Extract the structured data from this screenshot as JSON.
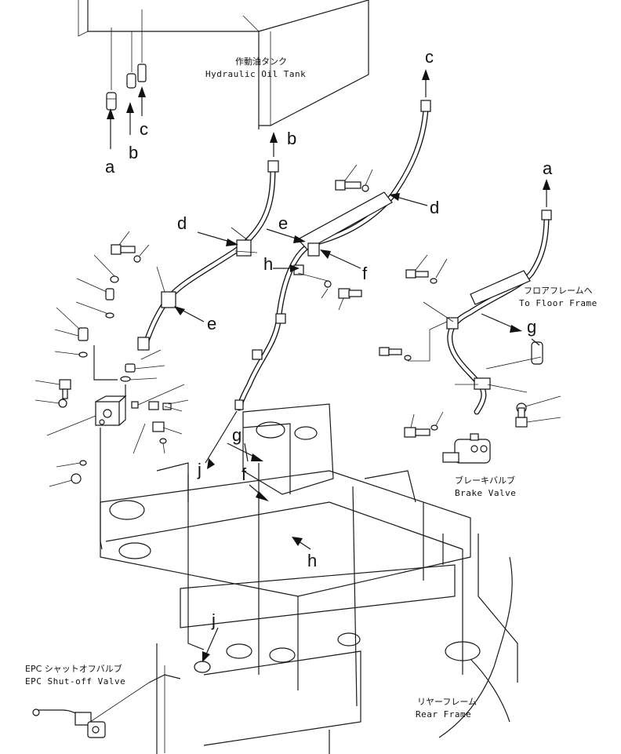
{
  "captions": {
    "hydraulic_tank_jp": "作動油タンク",
    "hydraulic_tank_en": "Hydraulic Oil Tank",
    "floor_frame_jp": "フロアフレームへ",
    "floor_frame_en": "To Floor Frame",
    "brake_valve_jp": "ブレーキバルブ",
    "brake_valve_en": "Brake Valve",
    "epc_valve_jp": "EPC シャットオフバルブ",
    "epc_valve_en": "EPC Shut-off Valve",
    "rear_frame_jp": "リヤーフレーム",
    "rear_frame_en": "Rear Frame"
  },
  "callouts": {
    "a_tank": "a",
    "b_tank": "b",
    "c_tank": "c",
    "b_hose": "b",
    "c_hose": "c",
    "a_hose": "a",
    "d_left": "d",
    "d_right": "d",
    "e_upper": "e",
    "e_lower": "e",
    "f_upper": "f",
    "f_lower": "f",
    "g_upper": "g",
    "g_lower": "g",
    "h_upper": "h",
    "h_lower": "h",
    "j_upper": "j",
    "j_lower": "j"
  }
}
